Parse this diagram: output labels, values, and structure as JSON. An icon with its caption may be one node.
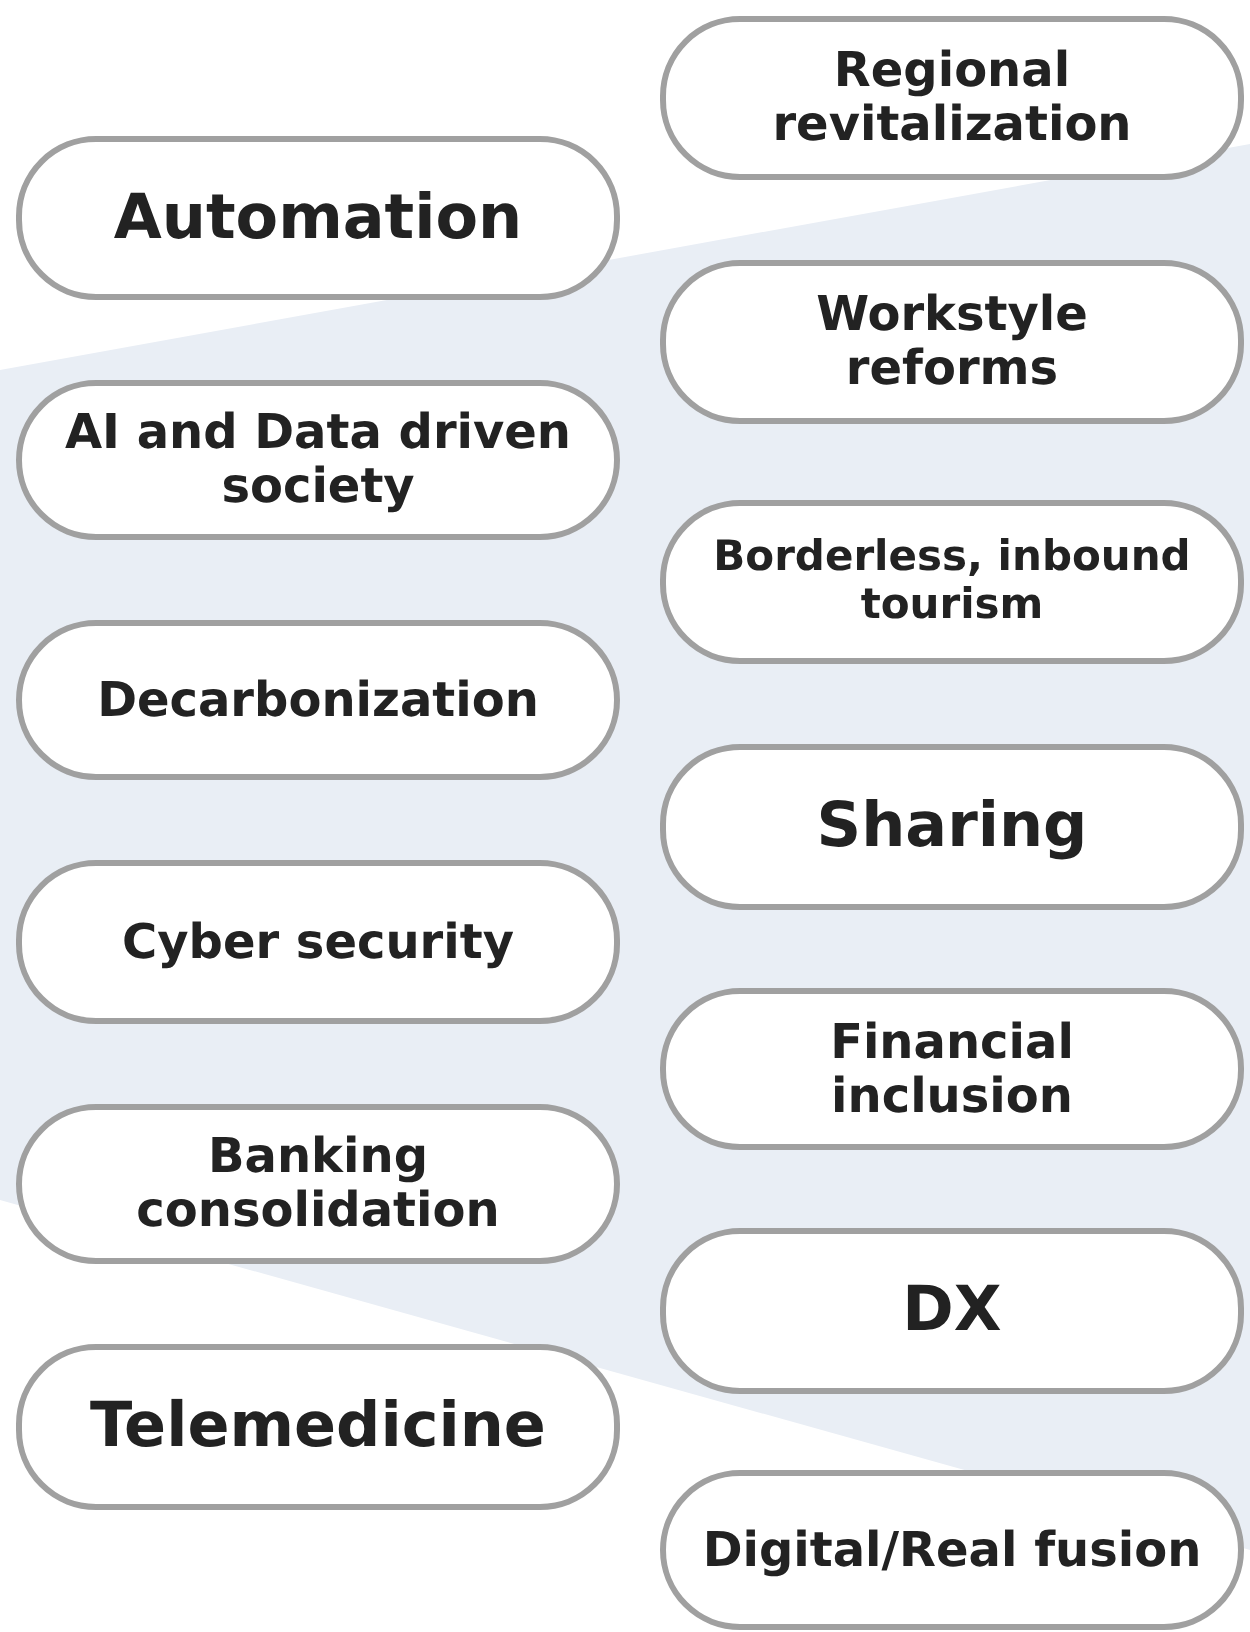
{
  "diagram": {
    "nodes": [
      {
        "text": [
          "Regional revitalization"
        ]
      },
      {
        "text": [
          "Automation"
        ]
      },
      {
        "text": [
          "Workstyle reforms"
        ]
      },
      {
        "text": [
          "AI and Data driven society"
        ]
      },
      {
        "text": [
          "Borderless, inbound tourism"
        ]
      },
      {
        "text": [
          "Decarbonization"
        ]
      },
      {
        "text": [
          "Sharing"
        ]
      },
      {
        "text": [
          "Cyber security"
        ]
      },
      {
        "text": [
          "Financial inclusion"
        ]
      },
      {
        "text": [
          "Banking consolidation"
        ]
      },
      {
        "text": [
          "DX"
        ]
      },
      {
        "text": [
          "Telemedicine"
        ]
      },
      {
        "text": [
          "Digital/Real fusion"
        ]
      }
    ]
  }
}
